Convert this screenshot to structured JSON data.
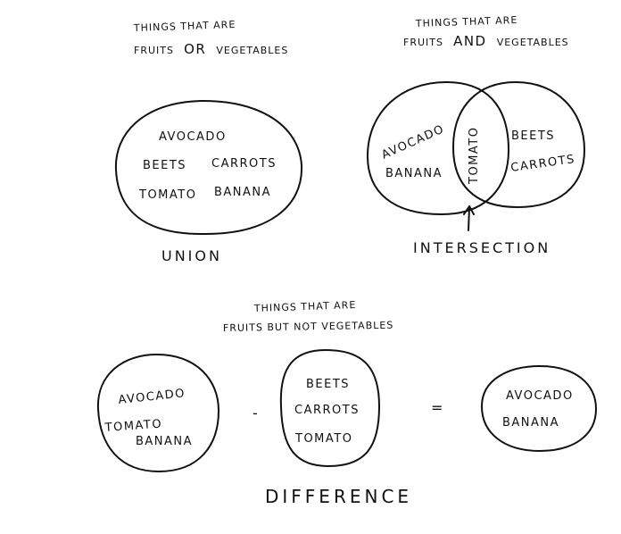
{
  "union": {
    "caption_line1": "THINGS THAT ARE",
    "caption_line2_pre": "FRUITS",
    "caption_line2_op": "OR",
    "caption_line2_post": "VEGETABLES",
    "items": [
      "AVOCADO",
      "BEETS",
      "CARROTS",
      "TOMATO",
      "BANANA"
    ],
    "label": "UNION"
  },
  "intersection": {
    "caption_line1": "THINGS THAT ARE",
    "caption_line2_pre": "FRUITS",
    "caption_line2_op": "AND",
    "caption_line2_post": "VEGETABLES",
    "left_items": [
      "AVOCADO",
      "BANANA"
    ],
    "middle_item": "TOMATO",
    "right_items": [
      "BEETS",
      "CARROTS"
    ],
    "label": "INTERSECTION"
  },
  "difference": {
    "caption_line1": "THINGS THAT ARE",
    "caption_line2": "FRUITS BUT NOT VEGETABLES",
    "set_a": [
      "AVOCADO",
      "TOMATO",
      "BANANA"
    ],
    "minus_symbol": "-",
    "set_b": [
      "BEETS",
      "CARROTS",
      "TOMATO"
    ],
    "equals_symbol": "=",
    "result": [
      "AVOCADO",
      "BANANA"
    ],
    "label": "DIFFERENCE"
  }
}
